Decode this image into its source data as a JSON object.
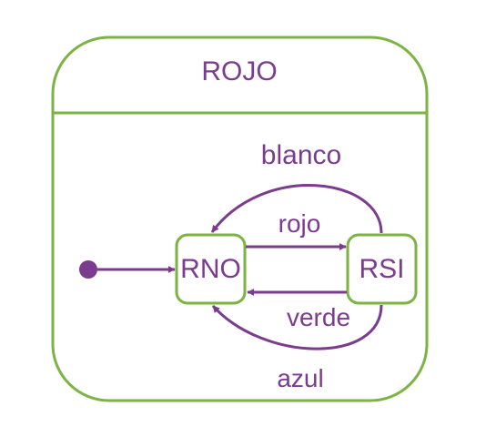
{
  "diagram": {
    "composite_state": {
      "title": "ROJO"
    },
    "states": {
      "rno": {
        "label": "RNO"
      },
      "rsi": {
        "label": "RSI"
      }
    },
    "transitions": {
      "blanco": {
        "label": "blanco"
      },
      "rojo": {
        "label": "rojo"
      },
      "verde": {
        "label": "verde"
      },
      "azul": {
        "label": "azul"
      }
    }
  },
  "colors": {
    "state_border": "#7cb342",
    "transition": "#7b3b8e",
    "text": "#7b3b8e",
    "background": "#ffffff"
  }
}
